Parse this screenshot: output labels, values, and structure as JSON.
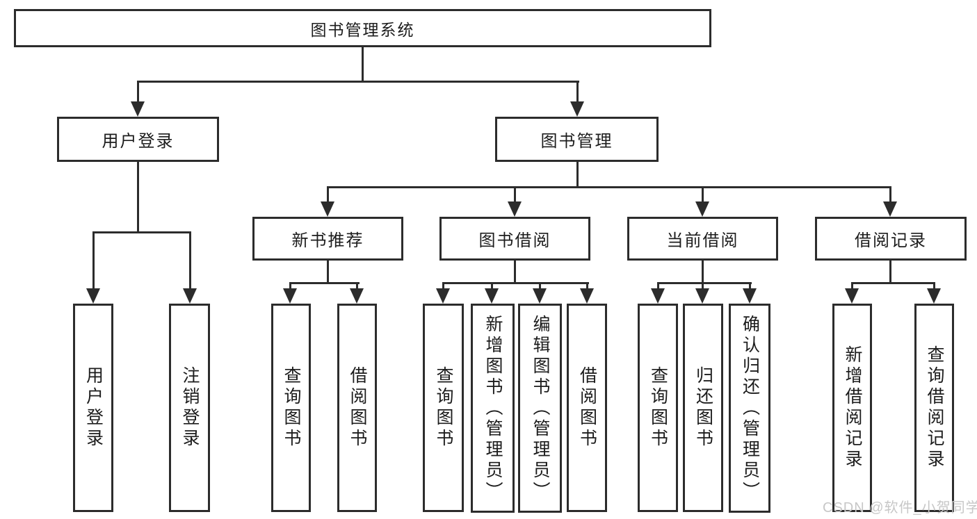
{
  "diagram": {
    "root": {
      "label": "图书管理系统"
    },
    "level2": {
      "user_login": {
        "label": "用户登录"
      },
      "book_mgmt": {
        "label": "图书管理"
      }
    },
    "level3": {
      "new_book_rec": {
        "label": "新书推荐"
      },
      "book_borrow": {
        "label": "图书借阅"
      },
      "current_borrow": {
        "label": "当前借阅"
      },
      "borrow_records": {
        "label": "借阅记录"
      }
    },
    "leaves": {
      "user_login": {
        "label": "用户登录"
      },
      "logout": {
        "label": "注销登录"
      },
      "nbr_query_books": {
        "label": "查询图书"
      },
      "nbr_borrow_books": {
        "label": "借阅图书"
      },
      "bb_query_books": {
        "label": "查询图书"
      },
      "bb_add_books_admin": {
        "label": "新增图书（管理员）"
      },
      "bb_edit_books_admin": {
        "label": "编辑图书（管理员）"
      },
      "bb_borrow_books": {
        "label": "借阅图书"
      },
      "cb_query_books": {
        "label": "查询图书"
      },
      "cb_return_books": {
        "label": "归还图书"
      },
      "cb_confirm_return_admin": {
        "label": "确认归还（管理员）"
      },
      "br_add_record": {
        "label": "新增借阅记录"
      },
      "br_query_record": {
        "label": "查询借阅记录"
      }
    }
  },
  "watermark": {
    "text": "CSDN @软件_小贺同学"
  },
  "colors": {
    "line": "#2c2c2c",
    "text": "#1c1c1c",
    "watermark": "#c7c7c7",
    "background": "#ffffff"
  }
}
